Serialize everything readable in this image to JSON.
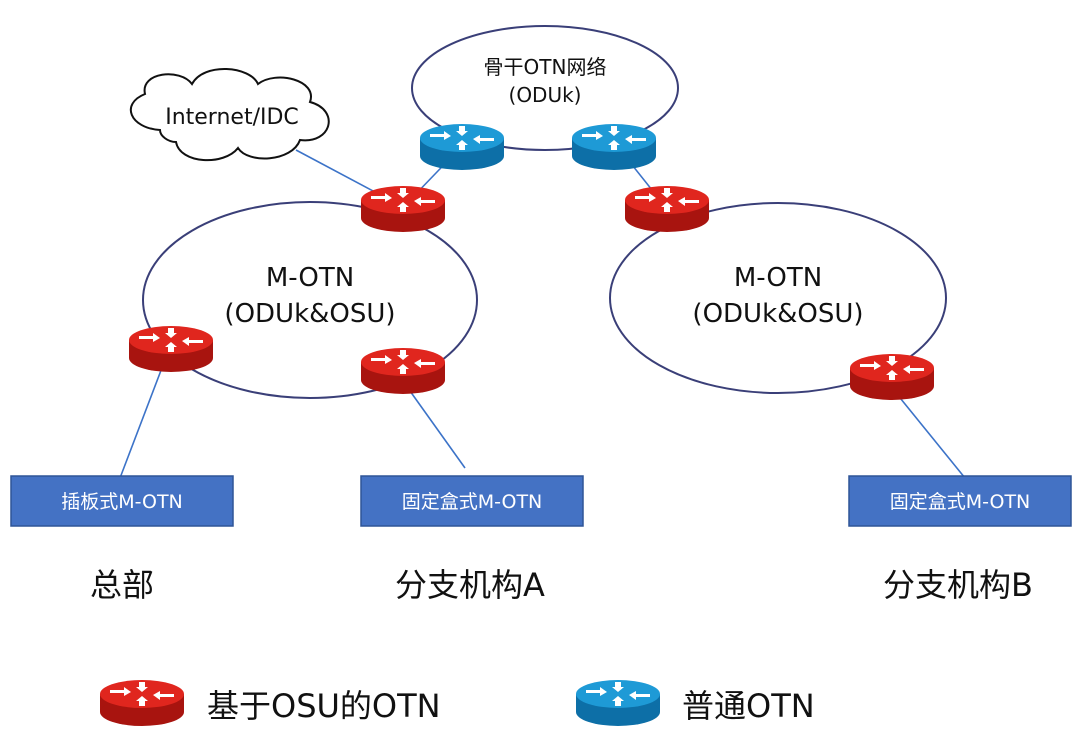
{
  "backbone": {
    "title": "骨干OTN网络",
    "subtitle": "(ODUk)"
  },
  "cloud": {
    "label": "Internet/IDC"
  },
  "rings": {
    "hq": {
      "title": "M-OTN",
      "subtitle": "(ODUk&OSU)"
    },
    "branch_b": {
      "title": "M-OTN",
      "subtitle": "(ODUk&OSU)"
    }
  },
  "devices": {
    "hq": "插板式M-OTN",
    "branch_a": "固定盒式M-OTN",
    "branch_b": "固定盒式M-OTN"
  },
  "sites": {
    "hq": "总部",
    "branch_a": "分支机构A",
    "branch_b": "分支机构B"
  },
  "legend": {
    "osu_label": "基于OSU的OTN",
    "normal_label": "普通OTN"
  },
  "colors": {
    "osu_router": "#e0261e",
    "normal_router": "#1e9ad6",
    "device_box": "#4472c4",
    "link": "#3c73c8"
  }
}
